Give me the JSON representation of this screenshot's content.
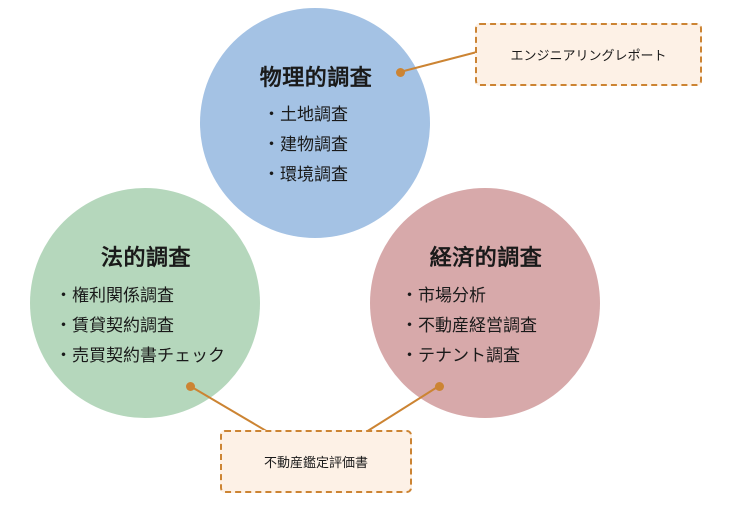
{
  "colors": {
    "physical_fill": "#a4c2e4",
    "legal_fill": "#b5d7bc",
    "economic_fill": "#d7a9aa",
    "accent": "#cc8433",
    "callout_fill": "#fdf1e6"
  },
  "physical": {
    "title": "物理的調査",
    "items": [
      "土地調査",
      "建物調査",
      "環境調査"
    ]
  },
  "legal": {
    "title": "法的調査",
    "items": [
      "権利関係調査",
      "賃貸契約調査",
      "売買契約書チェック"
    ]
  },
  "economic": {
    "title": "経済的調査",
    "items": [
      "市場分析",
      "不動産経営調査",
      "テナント調査"
    ]
  },
  "callouts": {
    "engineering_report": "エンジニアリングレポート",
    "appraisal_report": "不動産鑑定評価書"
  }
}
